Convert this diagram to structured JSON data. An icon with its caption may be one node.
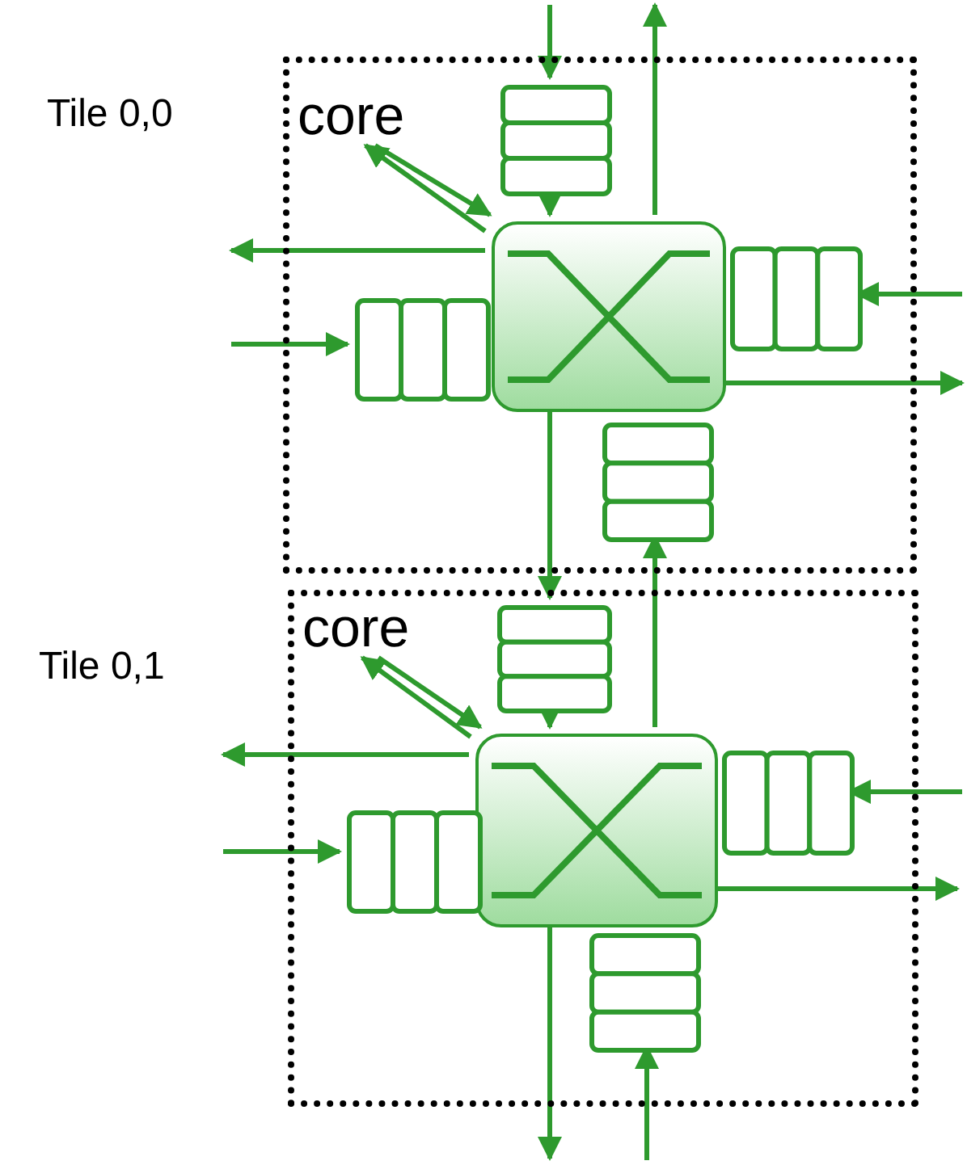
{
  "diagram": {
    "nodes": [
      {
        "text": [
          "Tile 0,0"
        ]
      },
      {
        "text": [
          "core"
        ],
        "in": 0
      },
      {
        "text": [],
        "shape": "box",
        "in": 0
      },
      {
        "text": [],
        "shape": "box",
        "in": 0
      },
      {
        "text": [],
        "shape": "box",
        "in": 0
      },
      {
        "text": [],
        "shape": "box",
        "in": 0
      },
      {
        "text": [],
        "shape": "box",
        "in": 0
      },
      {
        "text": [
          "Tile 0,1"
        ]
      },
      {
        "text": [
          "core"
        ],
        "in": 7
      },
      {
        "text": [],
        "shape": "box",
        "in": 7
      },
      {
        "text": [],
        "shape": "box",
        "in": 7
      },
      {
        "text": [],
        "shape": "box",
        "in": 7
      },
      {
        "text": [],
        "shape": "box",
        "in": 7
      },
      {
        "text": [],
        "shape": "box",
        "in": 7
      }
    ],
    "edges": [
      {
        "from": null,
        "to": 2,
        "arrow": "to"
      },
      {
        "from": 2,
        "to": 3,
        "arrow": "to"
      },
      {
        "from": 3,
        "to": null,
        "arrow": "to"
      },
      {
        "from": 3,
        "to": null,
        "arrow": "to"
      },
      {
        "from": null,
        "to": 4,
        "arrow": "to"
      },
      {
        "from": null,
        "to": 5,
        "arrow": "to"
      },
      {
        "from": 3,
        "to": null,
        "arrow": "to"
      },
      {
        "from": 1,
        "to": 3,
        "arrow": "to"
      },
      {
        "from": 3,
        "to": 1,
        "arrow": "to"
      },
      {
        "from": 3,
        "to": 9,
        "arrow": "to"
      },
      {
        "from": 10,
        "to": 6,
        "arrow": "to"
      },
      {
        "from": 9,
        "to": 10,
        "arrow": "to"
      },
      {
        "from": 10,
        "to": null,
        "arrow": "to"
      },
      {
        "from": null,
        "to": 11,
        "arrow": "to"
      },
      {
        "from": null,
        "to": 12,
        "arrow": "to"
      },
      {
        "from": 10,
        "to": null,
        "arrow": "to"
      },
      {
        "from": 8,
        "to": 10,
        "arrow": "to"
      },
      {
        "from": 10,
        "to": 8,
        "arrow": "to"
      },
      {
        "from": 10,
        "to": null,
        "arrow": "to"
      },
      {
        "from": null,
        "to": 13,
        "arrow": "to"
      }
    ]
  }
}
